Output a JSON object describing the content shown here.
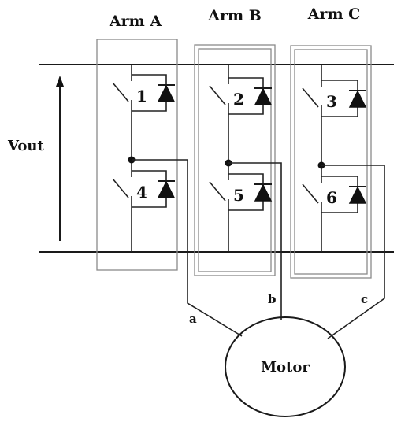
{
  "arms": [
    {
      "label": "Arm A",
      "upper_switch": "1",
      "lower_switch": "4",
      "phase": "a"
    },
    {
      "label": "Arm B",
      "upper_switch": "2",
      "lower_switch": "5",
      "phase": "b"
    },
    {
      "label": "Arm C",
      "upper_switch": "3",
      "lower_switch": "6",
      "phase": "c"
    }
  ],
  "vout_label": "Vout",
  "motor_label": "Motor"
}
